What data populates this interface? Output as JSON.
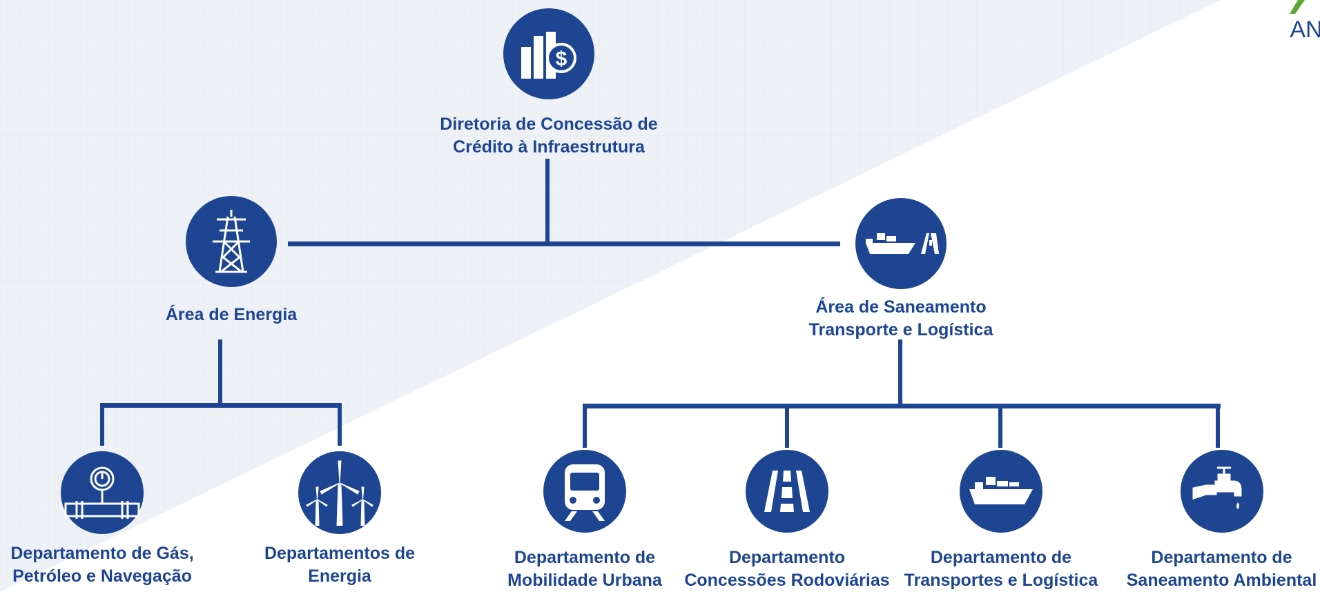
{
  "director": {
    "title_line1": "Diretoria de Concessão de",
    "title_line2": "Crédito à Infraestrutura",
    "icon": "chart-dollar-icon"
  },
  "areas": [
    {
      "name": "Área de Energia",
      "icon": "transmission-tower-icon"
    },
    {
      "name_line1": "Área de Saneamento",
      "name_line2": "Transporte e Logística",
      "icon": "ship-road-icon"
    }
  ],
  "departments": [
    {
      "line1": "Departamento de Gás,",
      "line2": "Petróleo e Navegação",
      "icon": "gas-pipeline-gauge-icon"
    },
    {
      "line1": "Departamentos de",
      "line2": "Energia",
      "icon": "wind-turbines-icon"
    },
    {
      "line1": "Departamento de",
      "line2": "Mobilidade Urbana",
      "icon": "train-icon"
    },
    {
      "line1": "Departamento",
      "line2": "Concessões Rodoviárias",
      "icon": "road-icon"
    },
    {
      "line1": "Departamento de",
      "line2": "Transportes e Logística",
      "icon": "cargo-ship-icon"
    },
    {
      "line1": "Departamento de",
      "line2": "Saneamento Ambiental",
      "icon": "water-tap-icon"
    }
  ],
  "logo": {
    "text": "AN"
  },
  "colors": {
    "primary": "#1d4591",
    "background_tint": "#eef2f7",
    "logo_green": "#5aa832"
  }
}
